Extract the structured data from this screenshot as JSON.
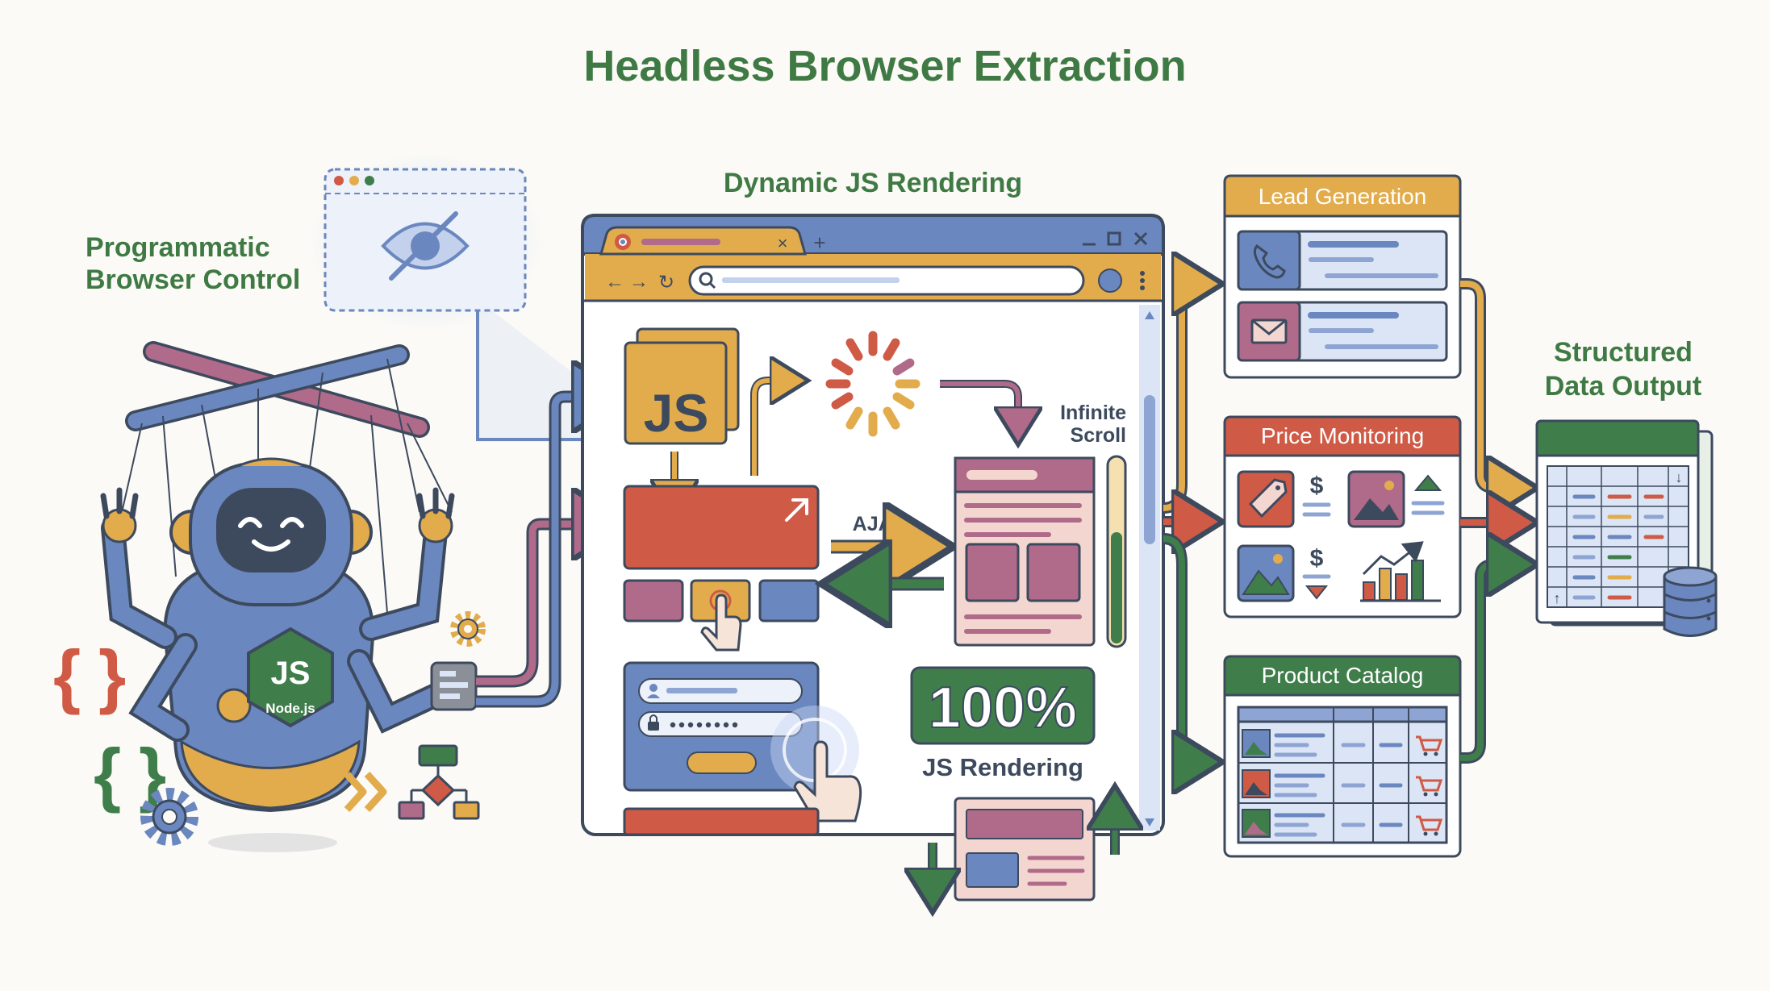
{
  "title": "Headless Browser Extraction",
  "labels": {
    "programmatic_line1": "Programmatic",
    "programmatic_line2": "Browser Control",
    "dynamic_js": "Dynamic JS Rendering",
    "infinite_line1": "Infinite",
    "infinite_line2": "Scroll",
    "ajax": "AJAX",
    "percent": "100%",
    "js_rendering": "JS Rendering",
    "structured_line1": "Structured",
    "structured_line2": "Data Output",
    "js_badge": "JS",
    "nodejs_badge": "Node.js"
  },
  "use_cases": [
    {
      "label": "Lead Generation",
      "color": "#e2ac4c"
    },
    {
      "label": "Price Monitoring",
      "color": "#cf5a45"
    },
    {
      "label": "Product Catalog",
      "color": "#3f7e4a"
    }
  ],
  "colors": {
    "green_text": "#3f7a44",
    "navy": "#3d4a5e",
    "blue": "#6a87bf",
    "light_blue": "#dbe5f5",
    "mustard": "#e2ac4c",
    "red": "#cf5a45",
    "mauve": "#b06a8a",
    "pink": "#f3d6d0",
    "green": "#3f7e4a"
  },
  "icons": [
    "eye-off-icon",
    "chrome-icon",
    "search-icon",
    "pointer-hand-icon",
    "loading-spinner-icon",
    "phone-icon",
    "mail-icon",
    "price-tag-icon",
    "image-icon",
    "chart-up-icon",
    "cart-icon",
    "database-icon",
    "gear-icon",
    "brackets-icon",
    "flowchart-icon",
    "user-icon",
    "lock-icon"
  ]
}
